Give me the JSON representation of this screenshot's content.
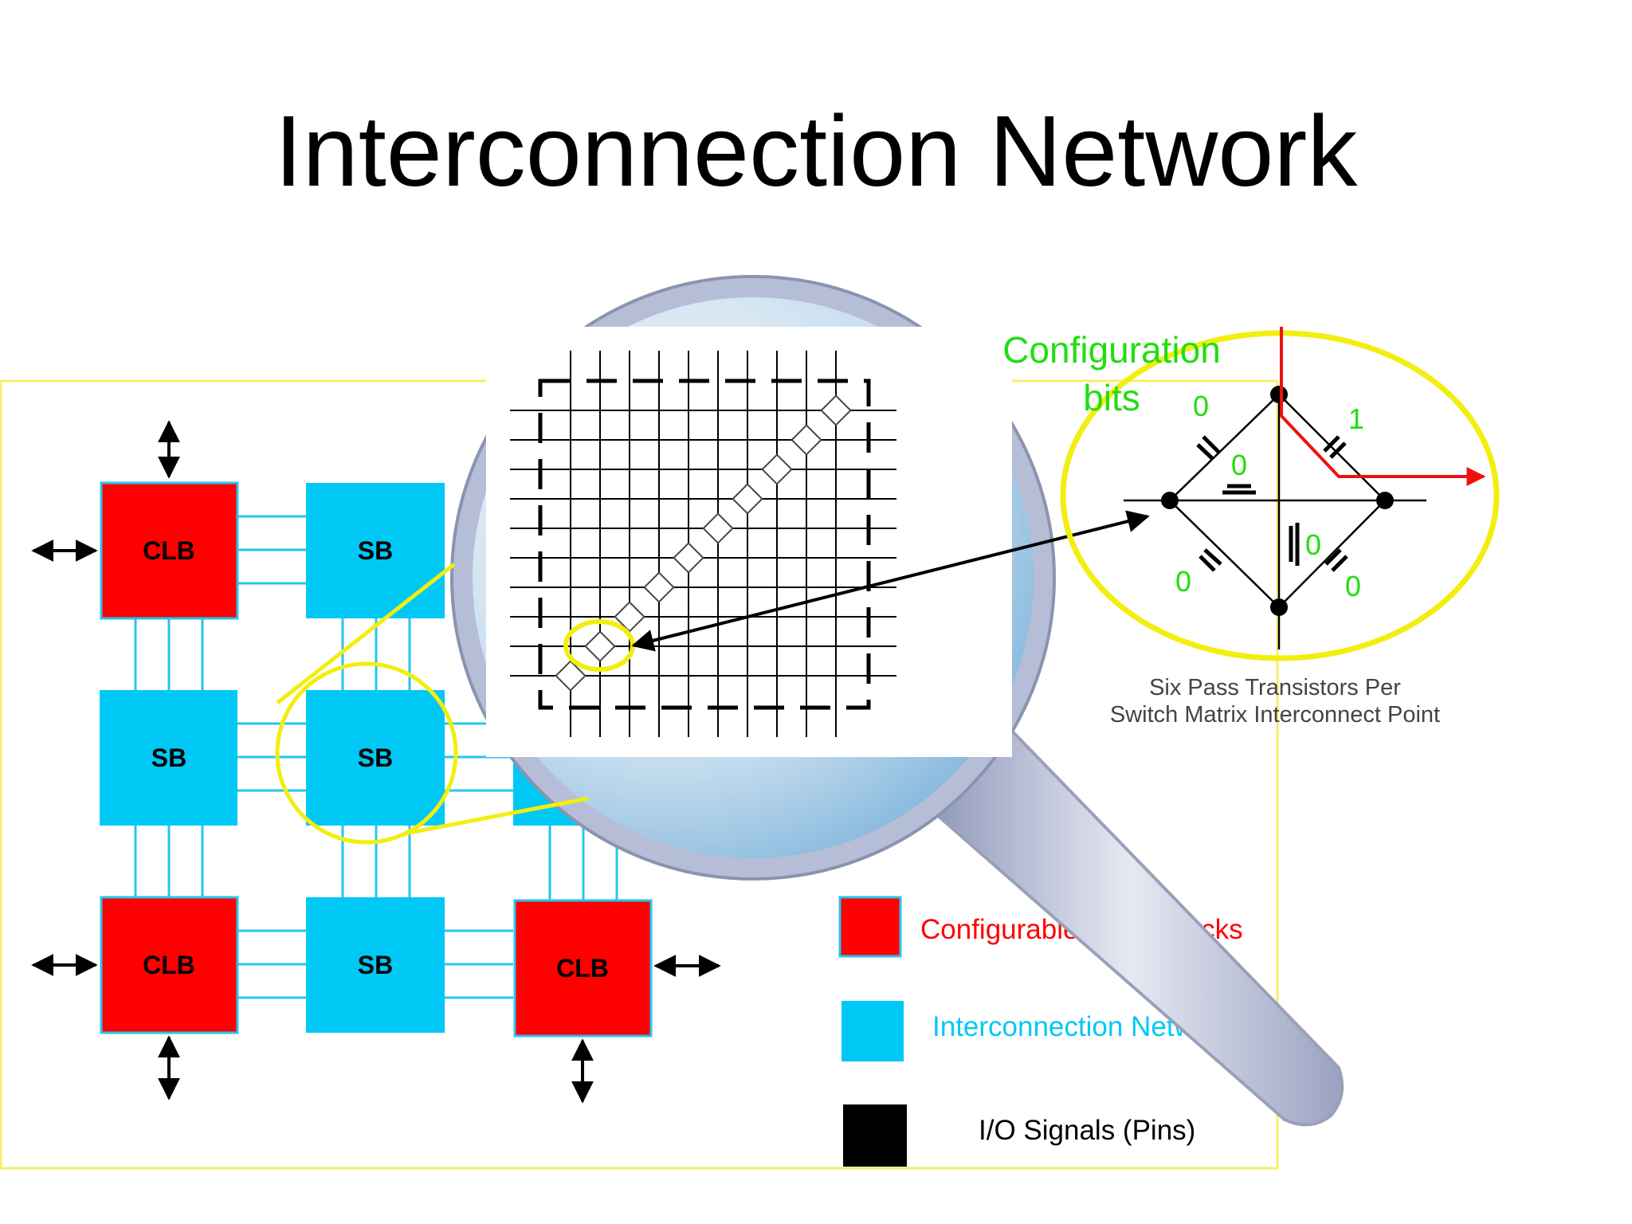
{
  "title": "Interconnection Network",
  "blocks": {
    "clb": "CLB",
    "sb": "SB"
  },
  "legend": {
    "clb_label": "Configurable Logic Blocks",
    "interconnect_label": "Interconnection Network",
    "io_label": "I/O Signals (Pins)"
  },
  "zoom": {
    "config_title_line1": "Configuration",
    "config_title_line2": "bits",
    "bits": [
      "0",
      "1",
      "0",
      "0",
      "0",
      "0"
    ],
    "caption_line1": "Six Pass Transistors Per",
    "caption_line2": "Switch Matrix Interconnect Point"
  },
  "colors": {
    "clb": "#ff0000",
    "sb": "#00c8f5",
    "highlight": "#f2ee0f",
    "bits": "#22dd11",
    "route": "#ee1111"
  }
}
